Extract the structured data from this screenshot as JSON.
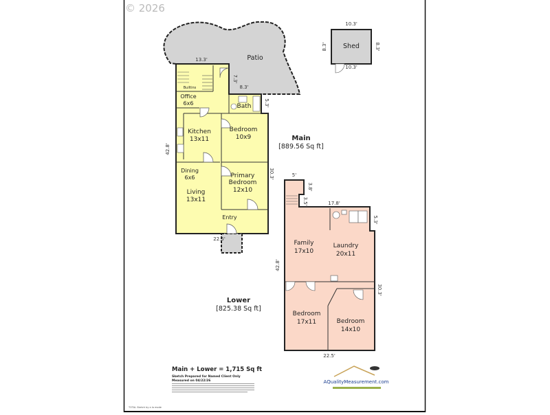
{
  "watermark": "© 2026",
  "colors": {
    "main_floor": "#fdfcb0",
    "lower_floor": "#fbd8c8",
    "patio": "#d4d4d4",
    "walls": "#222222"
  },
  "main": {
    "title": "Main",
    "area": "[889.56 Sq ft]",
    "rooms": {
      "patio": "Patio",
      "builtins": "Builtins",
      "office": "Office",
      "office_size": "6x6",
      "bath": "Bath",
      "kitchen": "Kitchen",
      "kitchen_size": "13x11",
      "bedroom": "Bedroom",
      "bedroom_size": "10x9",
      "dining": "Dining",
      "dining_size": "6x6",
      "living": "Living",
      "living_size": "13x11",
      "primary": "Primary",
      "primary2": "Bedroom",
      "primary_size": "12x10",
      "entry": "Entry"
    },
    "dims": {
      "patio_w": "13.3'",
      "patio_d": "7.3'",
      "patio_w2": "8.3'",
      "bath": "5.3'",
      "left": "42.8'",
      "right": "30.3'",
      "bottom": "22.5'"
    }
  },
  "shed": {
    "label": "Shed",
    "top": "10.3'",
    "bottom": "10.3'",
    "left": "8.3'",
    "right": "8.3'"
  },
  "lower": {
    "title": "Lower",
    "area": "[825.38 Sq ft]",
    "rooms": {
      "family": "Family",
      "family_size": "17x10",
      "laundry": "Laundry",
      "laundry_size": "20x11",
      "bedroom1": "Bedroom",
      "bedroom1_size": "17x11",
      "bedroom2": "Bedroom",
      "bedroom2_size": "14x10"
    },
    "dims": {
      "top": "5'",
      "step": "3.8'",
      "stair": "3.5'",
      "upper": "17.8'",
      "right_step": "5.3'",
      "left": "42.8'",
      "right": "30.3'",
      "bottom": "22.5'"
    }
  },
  "footer": {
    "total": "Main + Lower = 1,715 Sq ft",
    "prepared": "Sketch Prepared for Named Client Only",
    "measured": "Measured on 04/22/26",
    "logo_text": "AQualityMeasurement.com",
    "credit": "TOTAL Sketch by a la mode"
  }
}
